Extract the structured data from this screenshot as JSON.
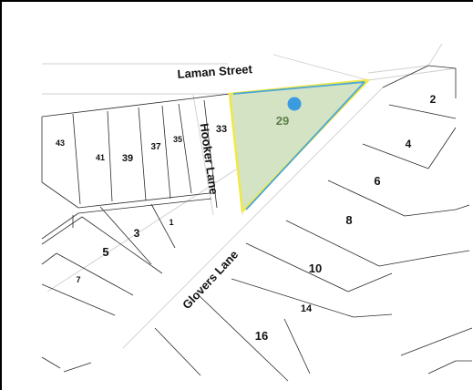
{
  "map": {
    "streets": {
      "laman": "Laman Street",
      "hooker": "Hooker Lane",
      "glovers": "Glovers Lane"
    },
    "subject_lot": {
      "number": "29",
      "fill_color": "#d3e3c4",
      "outline_color": "#f0e84a",
      "boundary_color": "#4aa6d6",
      "marker_color": "#3b9be0",
      "label_color": "#5f7f4a"
    },
    "lot_numbers": {
      "l43": "43",
      "l41": "41",
      "l39": "39",
      "l37": "37",
      "l35": "35",
      "l33": "33",
      "l3": "3",
      "l1": "1",
      "l5": "5",
      "l7": "7",
      "l2": "2",
      "l4": "4",
      "l6": "6",
      "l8": "8",
      "l10": "10",
      "l14": "14",
      "l16": "16"
    }
  }
}
